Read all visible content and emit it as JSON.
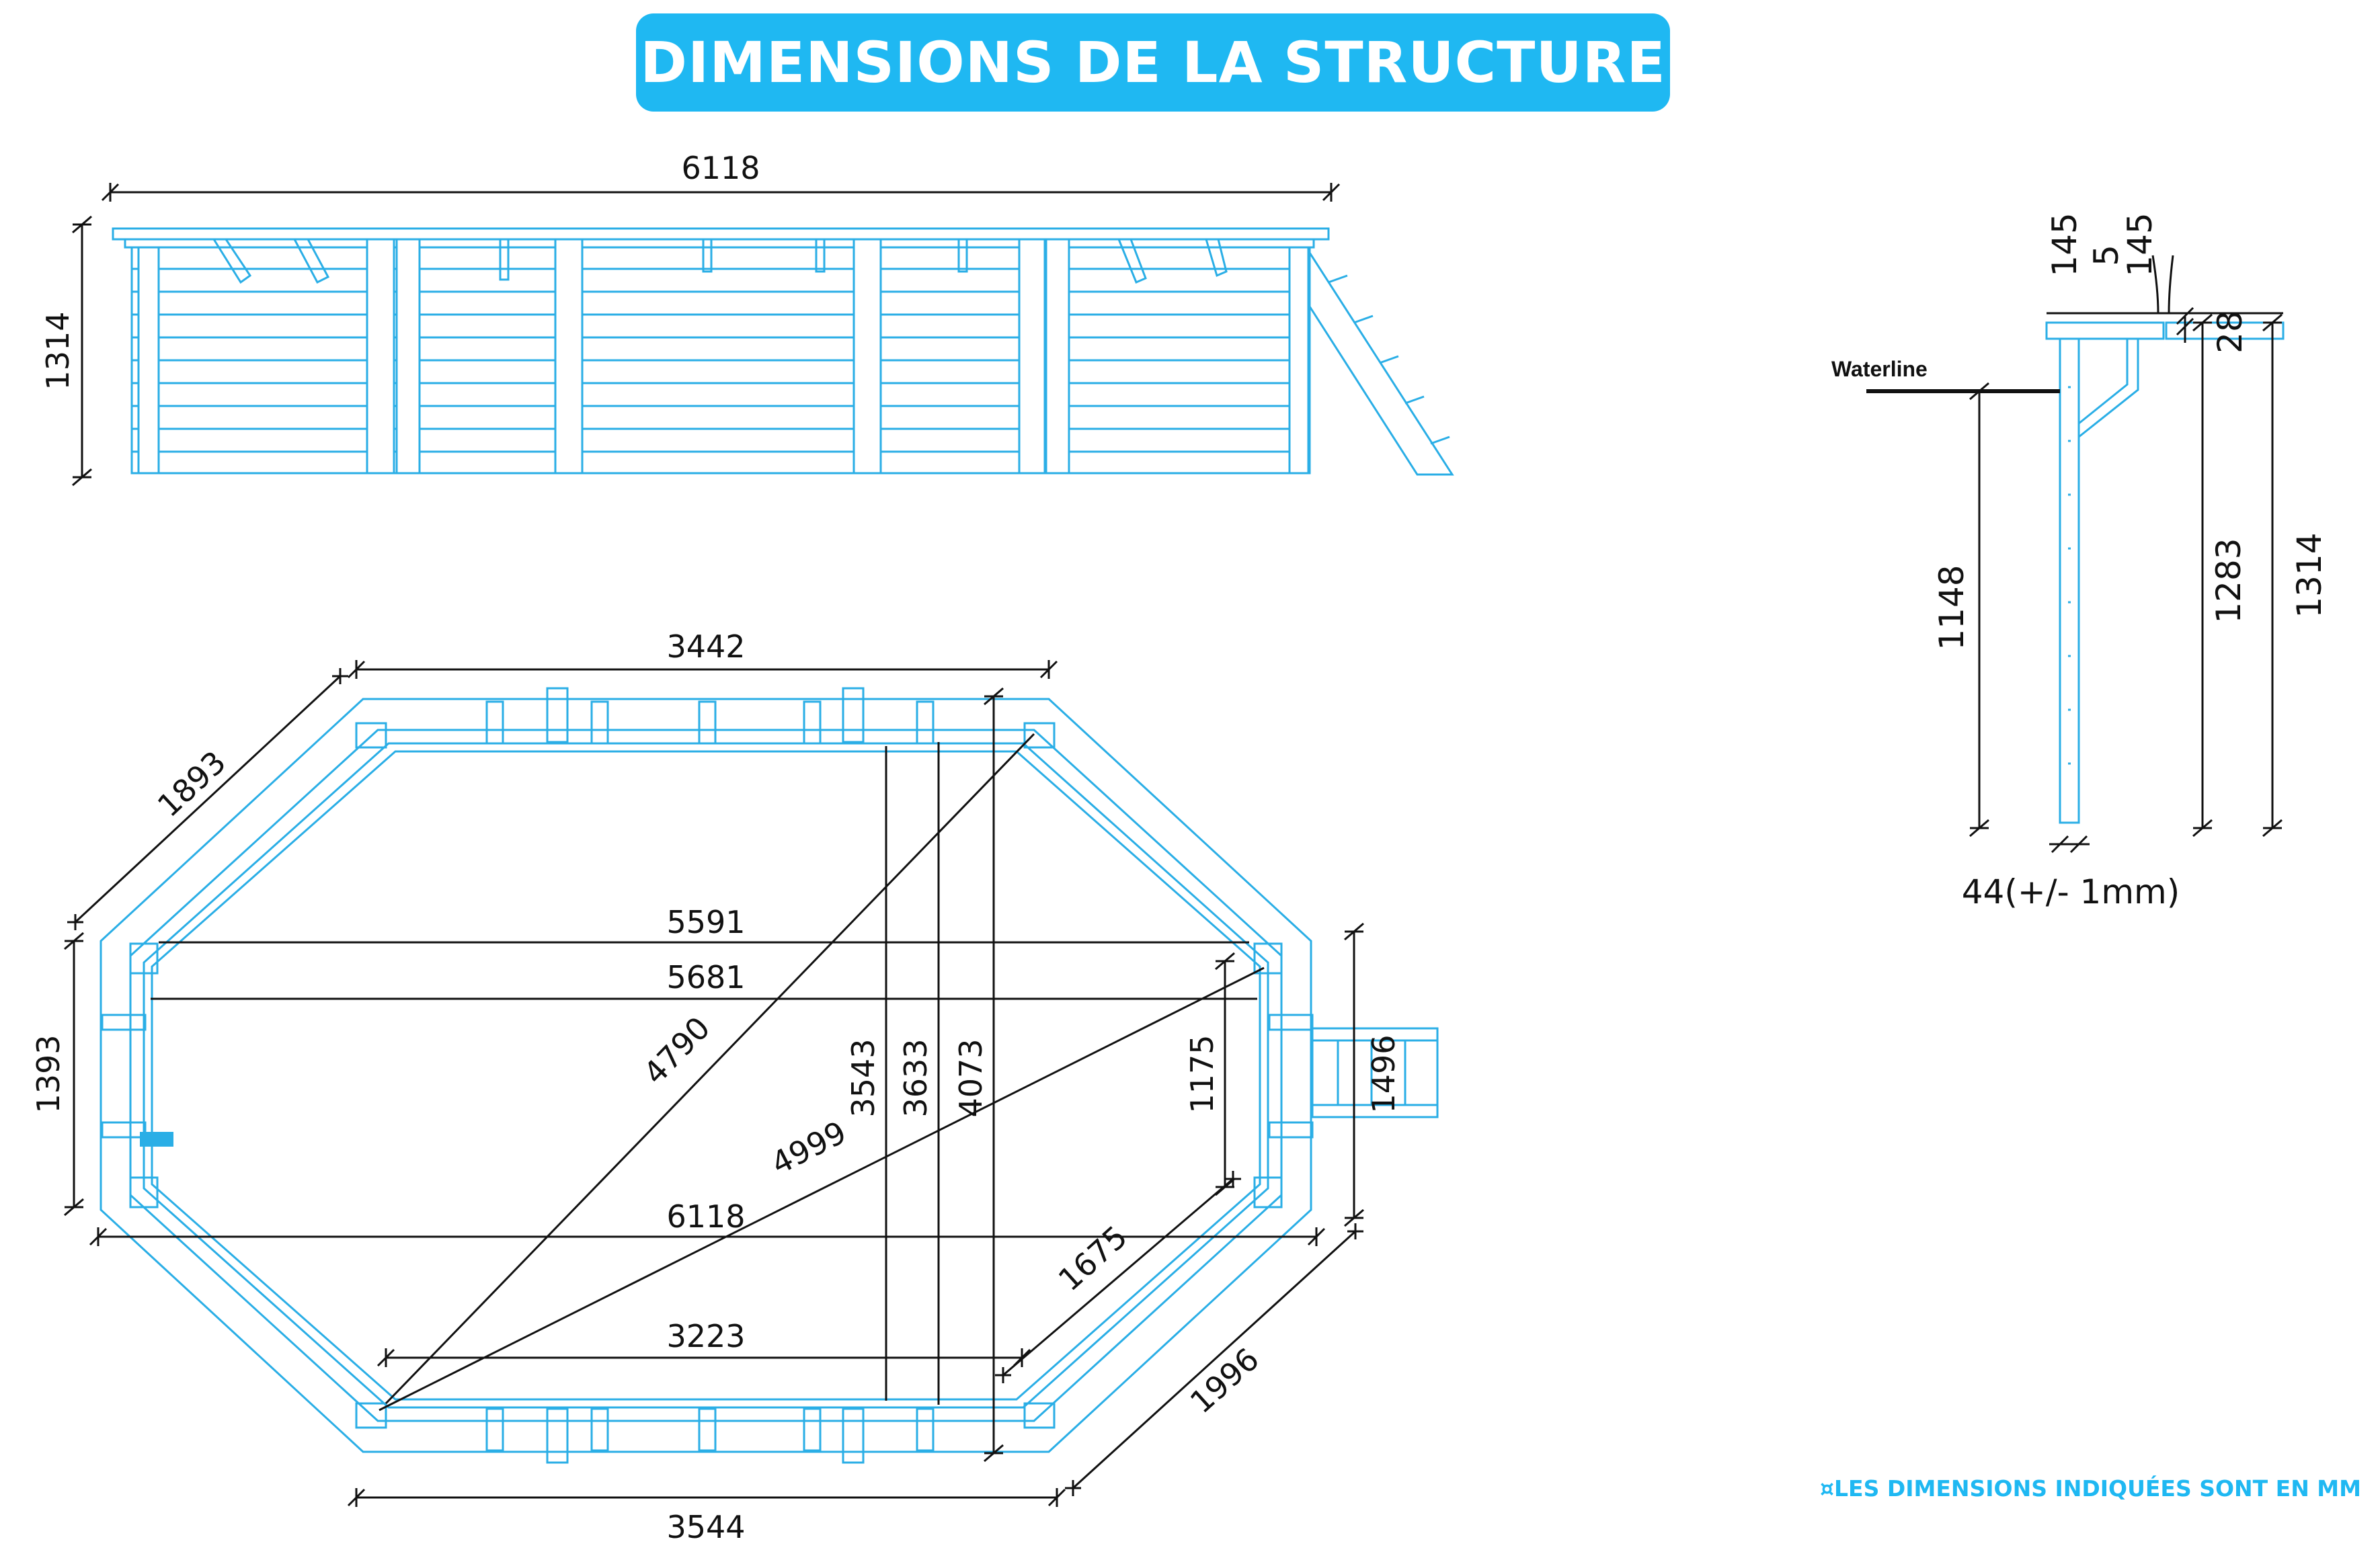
{
  "title": "DIMENSIONS DE LA STRUCTURE",
  "footnote": "¤LES DIMENSIONS INDIQUÉES SONT EN MM",
  "elevation": {
    "length": "6118",
    "height": "1314"
  },
  "plan": {
    "top_side": "3442",
    "diag_side_left": "1893",
    "inner_length_1": "5591",
    "inner_length_2": "5681",
    "left_height": "1393",
    "diag_4790": "4790",
    "width_3543": "3543",
    "width_3633": "3633",
    "width_4073": "4073",
    "end_width": "1175",
    "ladder_width": "1496",
    "diag_4999": "4999",
    "overall_length": "6118",
    "diag_side_right": "1675",
    "bottom_inner": "3223",
    "diag_1996": "1996",
    "bottom_side": "3544"
  },
  "section": {
    "coping_left": "145",
    "gap": "5",
    "coping_right": "145",
    "top_offset": "28",
    "waterline_label": "Waterline",
    "waterline_depth": "1148",
    "depth_1283": "1283",
    "depth_1314": "1314",
    "wall_thickness": "44(+/- 1mm)"
  },
  "colors": {
    "accent": "#1fb8f2",
    "line": "#2aaee6",
    "text": "#111111"
  }
}
